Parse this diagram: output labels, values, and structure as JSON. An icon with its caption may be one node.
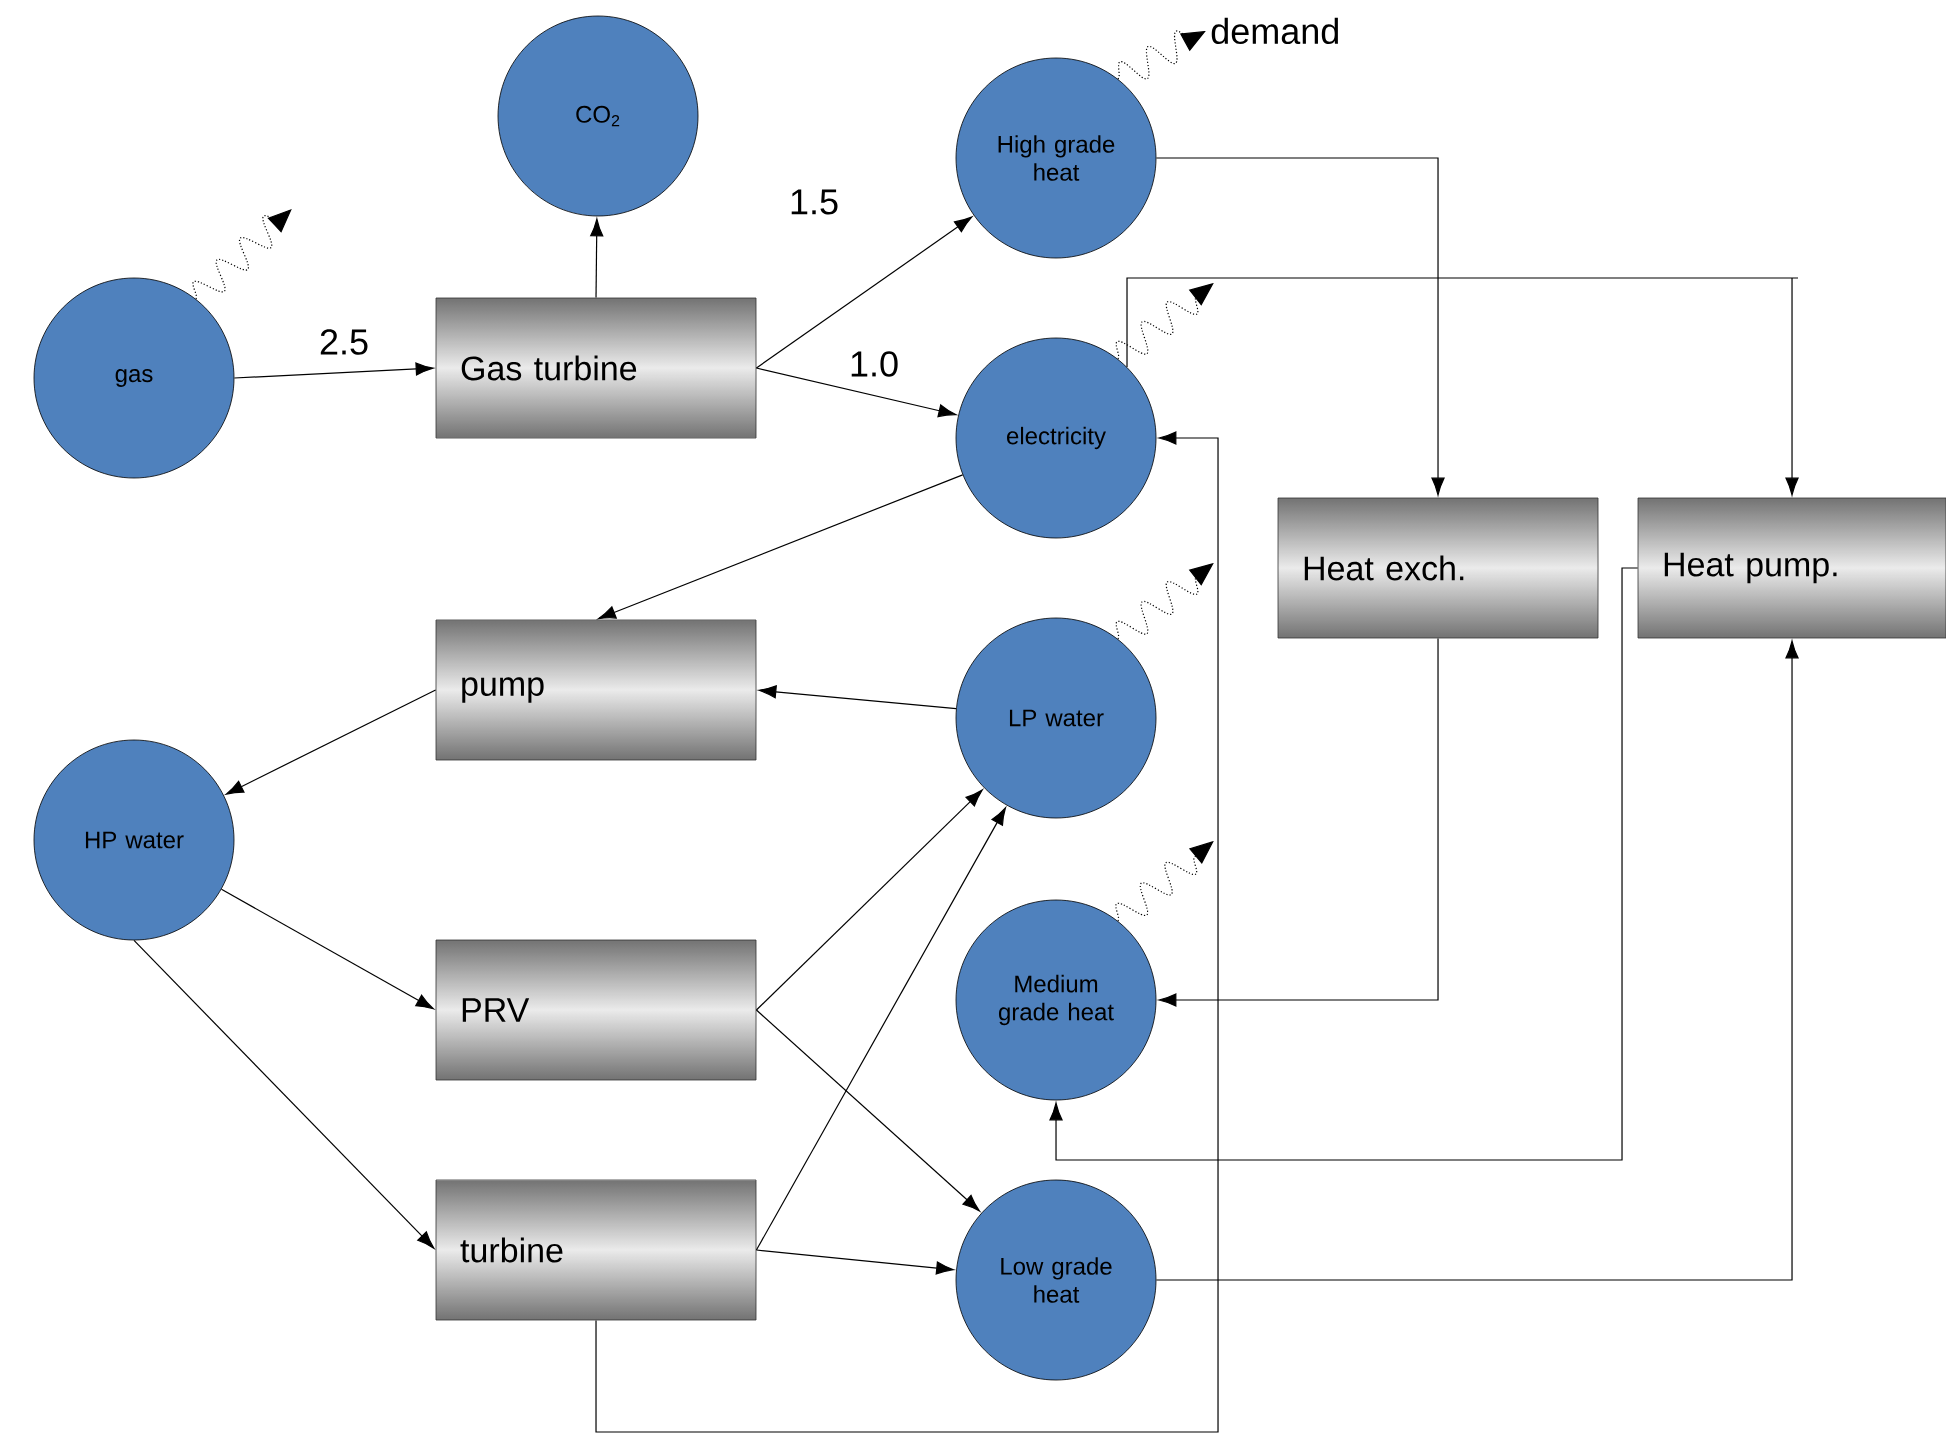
{
  "diagram": {
    "nodes": [
      {
        "text": [
          "gas"
        ]
      },
      {
        "text": [
          "CO$_{2}$"
        ]
      },
      {
        "text": [
          "Gas turbine"
        ]
      },
      {
        "text": [
          "High grade heat"
        ]
      },
      {
        "text": [
          "electricity"
        ]
      },
      {
        "text": [
          "Heat exch."
        ]
      },
      {
        "text": [
          "Heat pump."
        ]
      },
      {
        "text": [
          "pump"
        ]
      },
      {
        "text": [
          "LP water"
        ]
      },
      {
        "text": [
          "HP water"
        ]
      },
      {
        "text": [
          "PRV"
        ]
      },
      {
        "text": [
          "Medium grade heat"
        ]
      },
      {
        "text": [
          "turbine"
        ]
      },
      {
        "text": [
          "Low grade heat"
        ]
      }
    ],
    "edges": [
      {
        "from": 0,
        "to": 2,
        "arrow": "to",
        "label": "2.5"
      },
      {
        "from": 2,
        "to": 1,
        "arrow": "to"
      },
      {
        "from": 2,
        "to": 3,
        "arrow": "to",
        "label": "1.5"
      },
      {
        "from": 2,
        "to": 4,
        "arrow": "to",
        "label": "1.0"
      },
      {
        "from": 4,
        "to": 7,
        "arrow": "to"
      },
      {
        "from": 8,
        "to": 7,
        "arrow": "to"
      },
      {
        "from": 7,
        "to": 9,
        "arrow": "to"
      },
      {
        "from": 9,
        "to": 10,
        "arrow": "to"
      },
      {
        "from": 9,
        "to": 12,
        "arrow": "to"
      },
      {
        "from": 10,
        "to": 8,
        "arrow": "to"
      },
      {
        "from": 10,
        "to": 13,
        "arrow": "to"
      },
      {
        "from": 12,
        "to": 8,
        "arrow": "to"
      },
      {
        "from": 12,
        "to": 13,
        "arrow": "to"
      },
      {
        "from": 12,
        "to": 4,
        "arrow": "to"
      },
      {
        "from": 3,
        "to": 5,
        "arrow": "to"
      },
      {
        "from": 4,
        "to": 6,
        "arrow": "to"
      },
      {
        "from": 5,
        "to": 11,
        "arrow": "to"
      },
      {
        "from": 6,
        "to": 11,
        "arrow": "to"
      },
      {
        "from": 13,
        "to": 6,
        "arrow": "to"
      },
      {
        "from": 0,
        "to": null,
        "arrow": "to",
        "style": "dashed"
      },
      {
        "from": 3,
        "to": null,
        "arrow": "to",
        "style": "dashed",
        "label": "demand"
      },
      {
        "from": 4,
        "to": null,
        "arrow": "to",
        "style": "dashed"
      },
      {
        "from": 8,
        "to": null,
        "arrow": "to",
        "style": "dashed"
      },
      {
        "from": 11,
        "to": null,
        "arrow": "to",
        "style": "dashed"
      }
    ]
  }
}
